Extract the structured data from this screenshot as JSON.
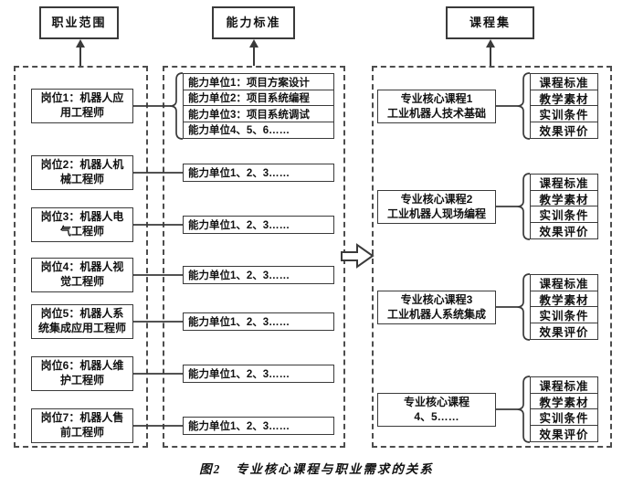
{
  "figure": {
    "caption": "图2　专业核心课程与职业需求的关系"
  },
  "headers": {
    "occupation_scope": "职业范围",
    "competency_standard": "能力标准",
    "course_set": "课程集"
  },
  "jobs": [
    {
      "line1": "岗位1：机器人应",
      "line2": "用工程师"
    },
    {
      "line1": "岗位2：机器人机",
      "line2": "械工程师"
    },
    {
      "line1": "岗位3：机器人电",
      "line2": "气工程师"
    },
    {
      "line1": "岗位4：机器人视",
      "line2": "觉工程师"
    },
    {
      "line1": "岗位5：机器人系",
      "line2": "统集成应用工程师"
    },
    {
      "line1": "岗位6：机器人维",
      "line2": "护工程师"
    },
    {
      "line1": "岗位7：机器人售",
      "line2": "前工程师"
    }
  ],
  "competency_units_job1": [
    "能力单位1：项目方案设计",
    "能力单位2：项目系统编程",
    "能力单位3：项目系统调试",
    "能力单位4、5、6……"
  ],
  "competency_units_generic": "能力单位1、2、3……",
  "courses": [
    {
      "line1": "专业核心课程1",
      "line2": "工业机器人技术基础"
    },
    {
      "line1": "专业核心课程2",
      "line2": "工业机器人现场编程"
    },
    {
      "line1": "专业核心课程3",
      "line2": "工业机器人系统集成"
    },
    {
      "line1": "专业核心课程",
      "line2": "4、5……"
    }
  ],
  "course_resources": [
    "课程标准",
    "教学素材",
    "实训条件",
    "效果评价"
  ],
  "colors": {
    "line": "#3a3a3a",
    "text": "#111111",
    "background": "#ffffff"
  }
}
